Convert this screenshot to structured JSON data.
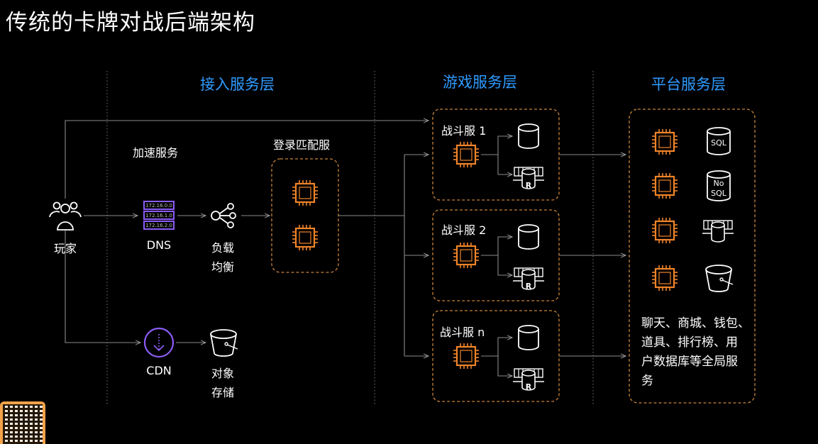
{
  "title": "传统的卡牌对战后端架构",
  "layers": {
    "access": "接入服务层",
    "game": "游戏服务层",
    "platform": "平台服务层"
  },
  "player_label": "玩家",
  "accel_label": "加速服务",
  "dns": {
    "label": "DNS",
    "ips": [
      "172.16.0.0",
      "172.16.1.0",
      "172.16.2.0"
    ]
  },
  "lb_label": [
    "负载",
    "均衡"
  ],
  "cdn_label": "CDN",
  "storage_label": [
    "对象",
    "存储"
  ],
  "login_label": "登录匹配服",
  "battle_servers": [
    "战斗服 1",
    "战斗服 2",
    "战斗服 n"
  ],
  "db_labels": {
    "sql": "SQL",
    "nosql_1": "No",
    "nosql_2": "SQL",
    "redis": "R"
  },
  "platform_desc": [
    "聊天、商城、钱包、",
    "道具、排行榜、用",
    "户数据库等全局服",
    "务"
  ],
  "colors": {
    "accent_blue": "#2f9bff",
    "chip_orange": "#f0842a",
    "dns_purple": "#8b5cf6",
    "line_gray": "#8a8a8a"
  }
}
